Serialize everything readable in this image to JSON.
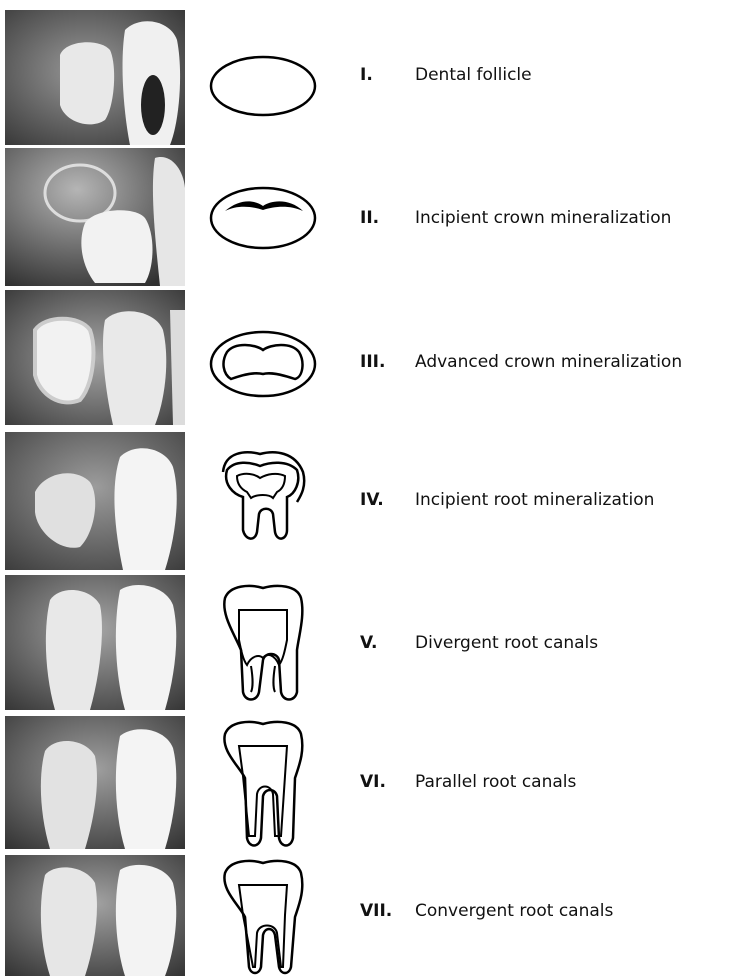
{
  "stages": [
    {
      "numeral": "I.",
      "label": "Dental follicle"
    },
    {
      "numeral": "II.",
      "label": "Incipient crown mineralization"
    },
    {
      "numeral": "III.",
      "label": "Advanced crown mineralization"
    },
    {
      "numeral": "IV.",
      "label": "Incipient root mineralization"
    },
    {
      "numeral": "V.",
      "label": "Divergent root canals"
    },
    {
      "numeral": "VI.",
      "label": "Parallel root canals"
    },
    {
      "numeral": "VII.",
      "label": "Convergent root canals"
    }
  ]
}
